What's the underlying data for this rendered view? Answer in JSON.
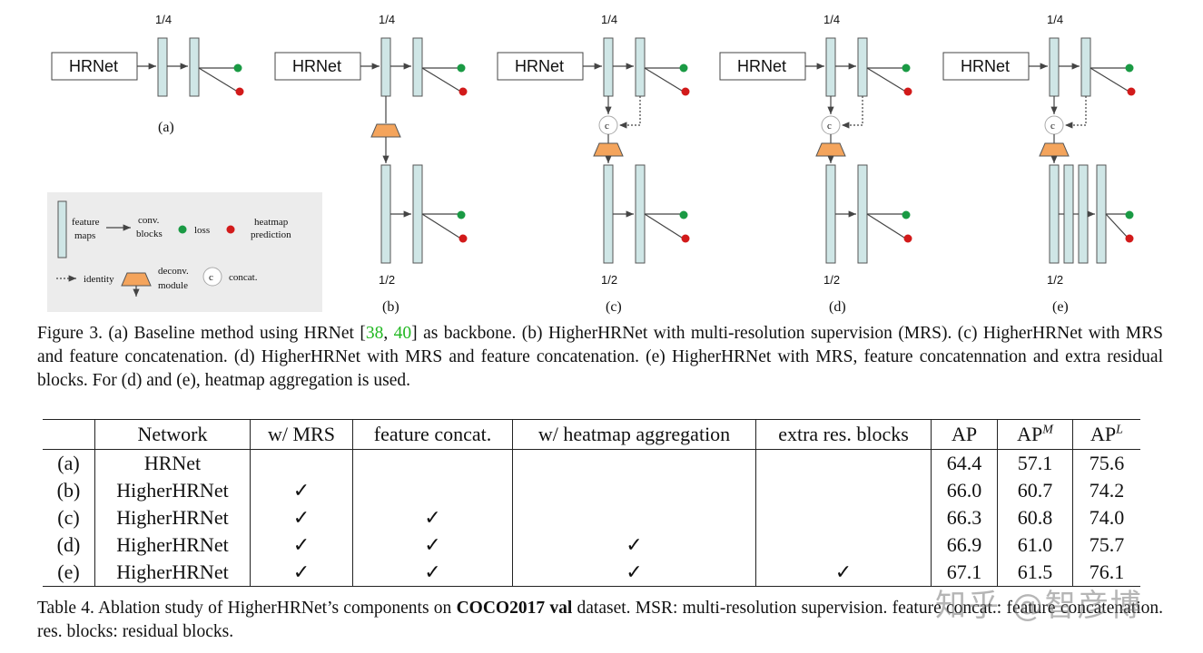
{
  "figure": {
    "backbone_label": "HRNet",
    "res_quarter": "1/4",
    "res_half": "1/2",
    "concat_symbol": "c",
    "panels": [
      "(a)",
      "(b)",
      "(c)",
      "(d)",
      "(e)"
    ],
    "legend": {
      "feature_maps_1": "feature",
      "feature_maps_2": "maps",
      "conv_1": "conv.",
      "conv_2": "blocks",
      "loss": "loss",
      "heatmap_1": "heatmap",
      "heatmap_2": "prediction",
      "identity": "identity",
      "deconv_1": "deconv.",
      "deconv_2": "module",
      "concat": "concat."
    },
    "colors": {
      "feature_map": "#cfe6e6",
      "loss": "#1a9a44",
      "heatmap": "#d21a1a",
      "deconv": "#f4a45c"
    }
  },
  "caption3": {
    "prefix": "Figure 3. (a) Baseline method using HRNet [",
    "ref1": "38",
    "sep": ", ",
    "ref2": "40",
    "rest": "] as backbone. (b) HigherHRNet with multi-resolution supervision (MRS). (c) HigherHRNet with MRS and feature concatenation. (d) HigherHRNet with MRS and feature concatenation. (e) HigherHRNet with MRS, feature concatennation and extra residual blocks. For (d) and (e), heatmap aggregation is used."
  },
  "table": {
    "headers": [
      "",
      "Network",
      "w/ MRS",
      "feature concat.",
      "w/ heatmap aggregation",
      "extra res. blocks",
      "AP",
      "AP",
      "AP"
    ],
    "header_sup": [
      "",
      "",
      "",
      "",
      "",
      "",
      "",
      "M",
      "L"
    ],
    "rows": [
      [
        "(a)",
        "HRNet",
        "",
        "",
        "",
        "",
        "64.4",
        "57.1",
        "75.6"
      ],
      [
        "(b)",
        "HigherHRNet",
        "✓",
        "",
        "",
        "",
        "66.0",
        "60.7",
        "74.2"
      ],
      [
        "(c)",
        "HigherHRNet",
        "✓",
        "✓",
        "",
        "",
        "66.3",
        "60.8",
        "74.0"
      ],
      [
        "(d)",
        "HigherHRNet",
        "✓",
        "✓",
        "✓",
        "",
        "66.9",
        "61.0",
        "75.7"
      ],
      [
        "(e)",
        "HigherHRNet",
        "✓",
        "✓",
        "✓",
        "✓",
        "67.1",
        "61.5",
        "76.1"
      ]
    ]
  },
  "caption4": {
    "prefix": "Table 4. Ablation study of HigherHRNet’s components on ",
    "bold": "COCO2017 val",
    "rest": " dataset. MSR: multi-resolution supervision. feature concat.: feature concatenation. res. blocks: residual blocks."
  },
  "watermark": "知乎 @智彦博"
}
